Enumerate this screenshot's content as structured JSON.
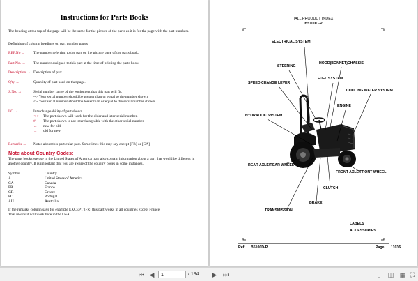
{
  "left": {
    "title": "Instructions for Parts Books",
    "intro": "The heading at the top of the page will be the same for the picture of the parts as it is for the page with the part numbers.",
    "definition": "Definition of column headings on part number pages:",
    "rows": [
      {
        "key": "REF.No →",
        "text": "The number referring to the part on the picture page of the parts book."
      },
      {
        "key": "Part No. →",
        "text": "The number assigned to this part at the time of printing the parts book."
      },
      {
        "key": "Description →",
        "text": "Description of part."
      },
      {
        "key": "Q'ty →",
        "text": "Quantity of part used on that page."
      },
      {
        "key": "S.No. →",
        "text": "Serial number range of the equipment that this part will fit."
      },
      {
        "key": "I/C →",
        "text": "Interchangeability of part shown."
      },
      {
        "key": "Remarks →",
        "text": "Notes about this particular part. Sometimes this may say except [FR] or [CA]"
      }
    ],
    "sno_lines": [
      "--> Your serial number should be greater than or equal to the number shown.",
      "<-- Your serial number should be lesser than or equal to the serial number shown."
    ],
    "ic_lines": [
      {
        "sym": "<->",
        "text": "The part shown will work for the older and later serial number."
      },
      {
        "sym": "#",
        "text": "The part shown is not interchangeable with the other serial number."
      },
      {
        "sym": "←",
        "text": "new for old"
      },
      {
        "sym": "→",
        "text": "old for new"
      }
    ],
    "country_heading": "Note about Country Codes:",
    "country_text": "The parts books we use in the United States of America may also contain information about a part that would be different in another country. It is important that you are aware of the country codes in some instances.",
    "code_headers": {
      "symbol": "Symbol",
      "country": "Country"
    },
    "codes": [
      {
        "symbol": "A",
        "country": "United States of America"
      },
      {
        "symbol": "CA",
        "country": "Canada"
      },
      {
        "symbol": "FR",
        "country": "France"
      },
      {
        "symbol": "GR",
        "country": "Greece"
      },
      {
        "symbol": "PO",
        "country": "Portugal"
      },
      {
        "symbol": "AU",
        "country": "Australia"
      }
    ],
    "footer_lines": [
      "If the remarks column says for example EXCEPT [FR] this part works in all countries except France.",
      "That means it will work here in the USA."
    ]
  },
  "right": {
    "header1": "|ALL PRODUCT INDEX",
    "header2": "B5100D-P",
    "labels": {
      "electrical": "ELECTRICAL SYSTEM",
      "steering": "STEERING",
      "hood": "HOOD(BONNET)CHASSIS",
      "fuel": "FUEL SYSTEM",
      "speed": "SPEED CHANGE LEVER",
      "cooling": "COOLING WATER SYSTEM",
      "engine": "ENGINE",
      "hydraulic": "HYDRAULIC SYSTEM",
      "rear": "REAR AXLE/REAR WHEEL",
      "front": "FRONT AXLE/FRONT WHEEL",
      "clutch": "CLUTCH",
      "brake": "BRAKE",
      "transmission": "TRANSMISSION",
      "labels": "LABELS",
      "accessories": "ACCESSORIES"
    },
    "footer_ref_label": "Ref.",
    "footer_ref_value": "B5100D-P",
    "footer_page_label": "Page",
    "footer_page_value": "11036"
  },
  "toolbar": {
    "page_value": "1",
    "page_total": "/ 134"
  }
}
